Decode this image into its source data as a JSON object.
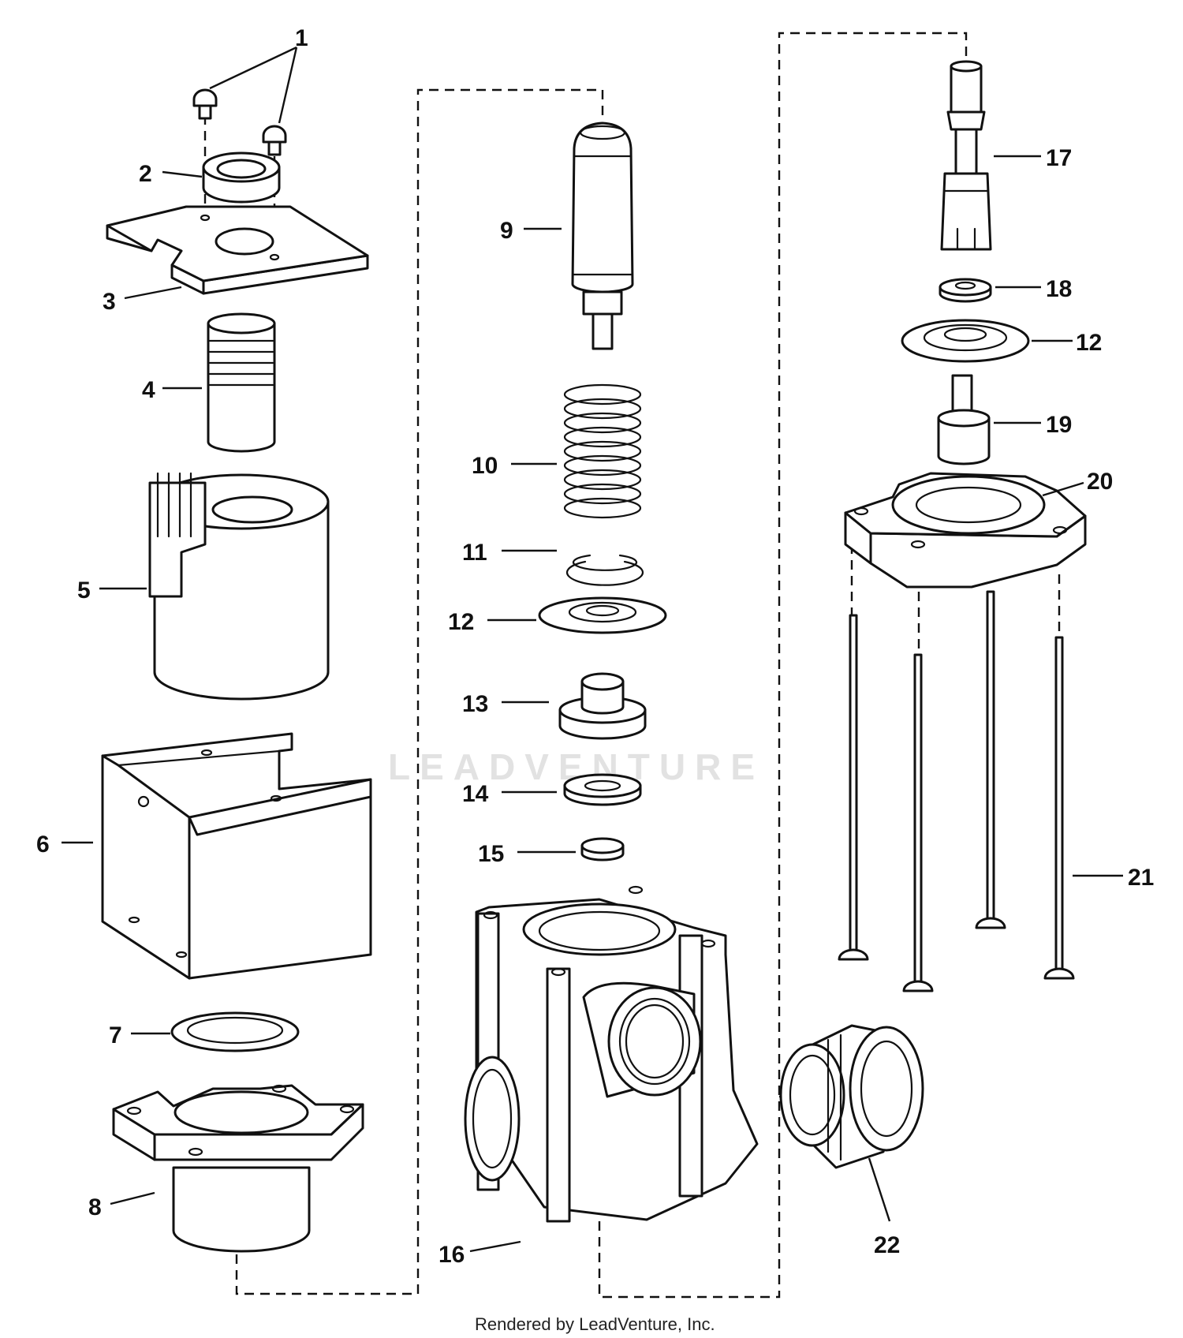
{
  "diagram": {
    "watermark": "LEADVENTURE",
    "credit": "Rendered by LeadVenture, Inc.",
    "callouts": [
      {
        "id": "c1",
        "label": "1"
      },
      {
        "id": "c2",
        "label": "2"
      },
      {
        "id": "c3",
        "label": "3"
      },
      {
        "id": "c4",
        "label": "4"
      },
      {
        "id": "c5",
        "label": "5"
      },
      {
        "id": "c6",
        "label": "6"
      },
      {
        "id": "c7",
        "label": "7"
      },
      {
        "id": "c8",
        "label": "8"
      },
      {
        "id": "c9",
        "label": "9"
      },
      {
        "id": "c10",
        "label": "10"
      },
      {
        "id": "c11",
        "label": "11"
      },
      {
        "id": "c12a",
        "label": "12"
      },
      {
        "id": "c13",
        "label": "13"
      },
      {
        "id": "c14",
        "label": "14"
      },
      {
        "id": "c15",
        "label": "15"
      },
      {
        "id": "c16",
        "label": "16"
      },
      {
        "id": "c17",
        "label": "17"
      },
      {
        "id": "c18",
        "label": "18"
      },
      {
        "id": "c12b",
        "label": "12"
      },
      {
        "id": "c19",
        "label": "19"
      },
      {
        "id": "c20",
        "label": "20"
      },
      {
        "id": "c21",
        "label": "21"
      },
      {
        "id": "c22",
        "label": "22"
      }
    ]
  }
}
